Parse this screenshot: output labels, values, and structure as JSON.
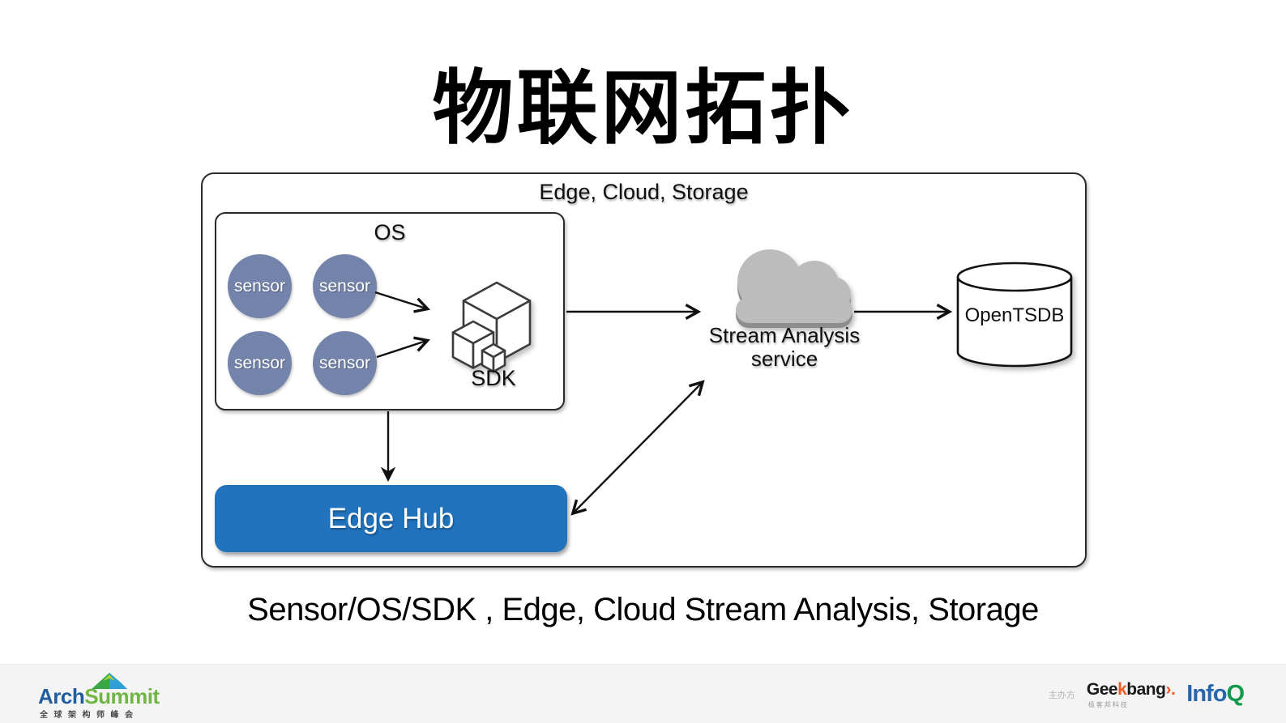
{
  "slide": {
    "title": "物联网拓扑",
    "caption": "Sensor/OS/SDK , Edge, Cloud Stream Analysis, Storage"
  },
  "diagram": {
    "outer_box_label": "Edge, Cloud, Storage",
    "os_box": {
      "label": "OS",
      "sensors": [
        "sensor",
        "sensor",
        "sensor",
        "sensor"
      ],
      "sdk_label": "SDK"
    },
    "edge_hub": {
      "label": "Edge Hub",
      "color": "#2173bd"
    },
    "cloud": {
      "label_line1": "Stream Analysis",
      "label_line2": "service",
      "color": "#bcbcbc"
    },
    "database": {
      "label": "OpenTSDB"
    },
    "sensor_color": "#7383aa"
  },
  "footer": {
    "organizer_label": "主办方",
    "archsummit": {
      "part1": "Arch",
      "part2": "Summit",
      "subtitle": "全球架构师峰会",
      "part1_color": "#1f5d9e",
      "part2_color": "#71b544"
    },
    "geekbang": {
      "part1": "Gee",
      "part2": "k",
      "part3": "bang",
      "part4": "›.",
      "subtitle": "极客邦科技",
      "accent_color": "#f15a24"
    },
    "infoq": {
      "part1": "Info",
      "part2": "Q",
      "part1_color": "#2766ad",
      "part2_color": "#119a4c"
    }
  }
}
